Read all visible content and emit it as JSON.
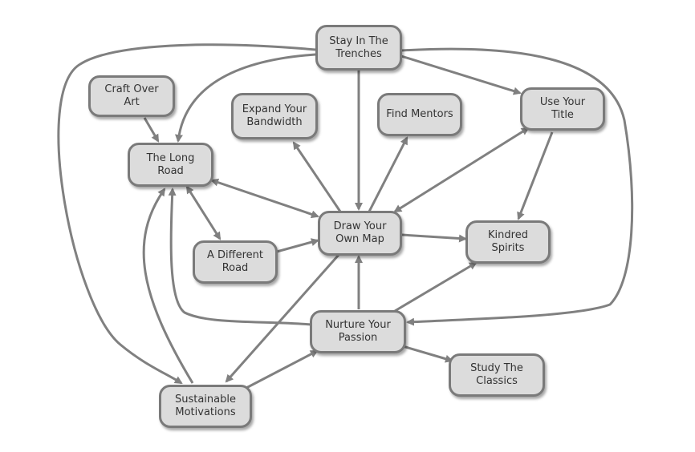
{
  "colors": {
    "node_fill": "#dcdcdc",
    "node_border": "#7a7a7a",
    "edge": "#808080",
    "text": "#333333"
  },
  "nodes": {
    "stay": "Stay In The Trenches",
    "craft": "Craft Over Art",
    "expand": "Expand Your Bandwidth",
    "mentors": "Find Mentors",
    "title": "Use Your Title",
    "longroad": "The Long Road",
    "map": "Draw Your Own Map",
    "kindred": "Kindred Spirits",
    "different": "A Different Road",
    "nurture": "Nurture Your Passion",
    "classics": "Study The Classics",
    "sustain": "Sustainable Motivations"
  }
}
